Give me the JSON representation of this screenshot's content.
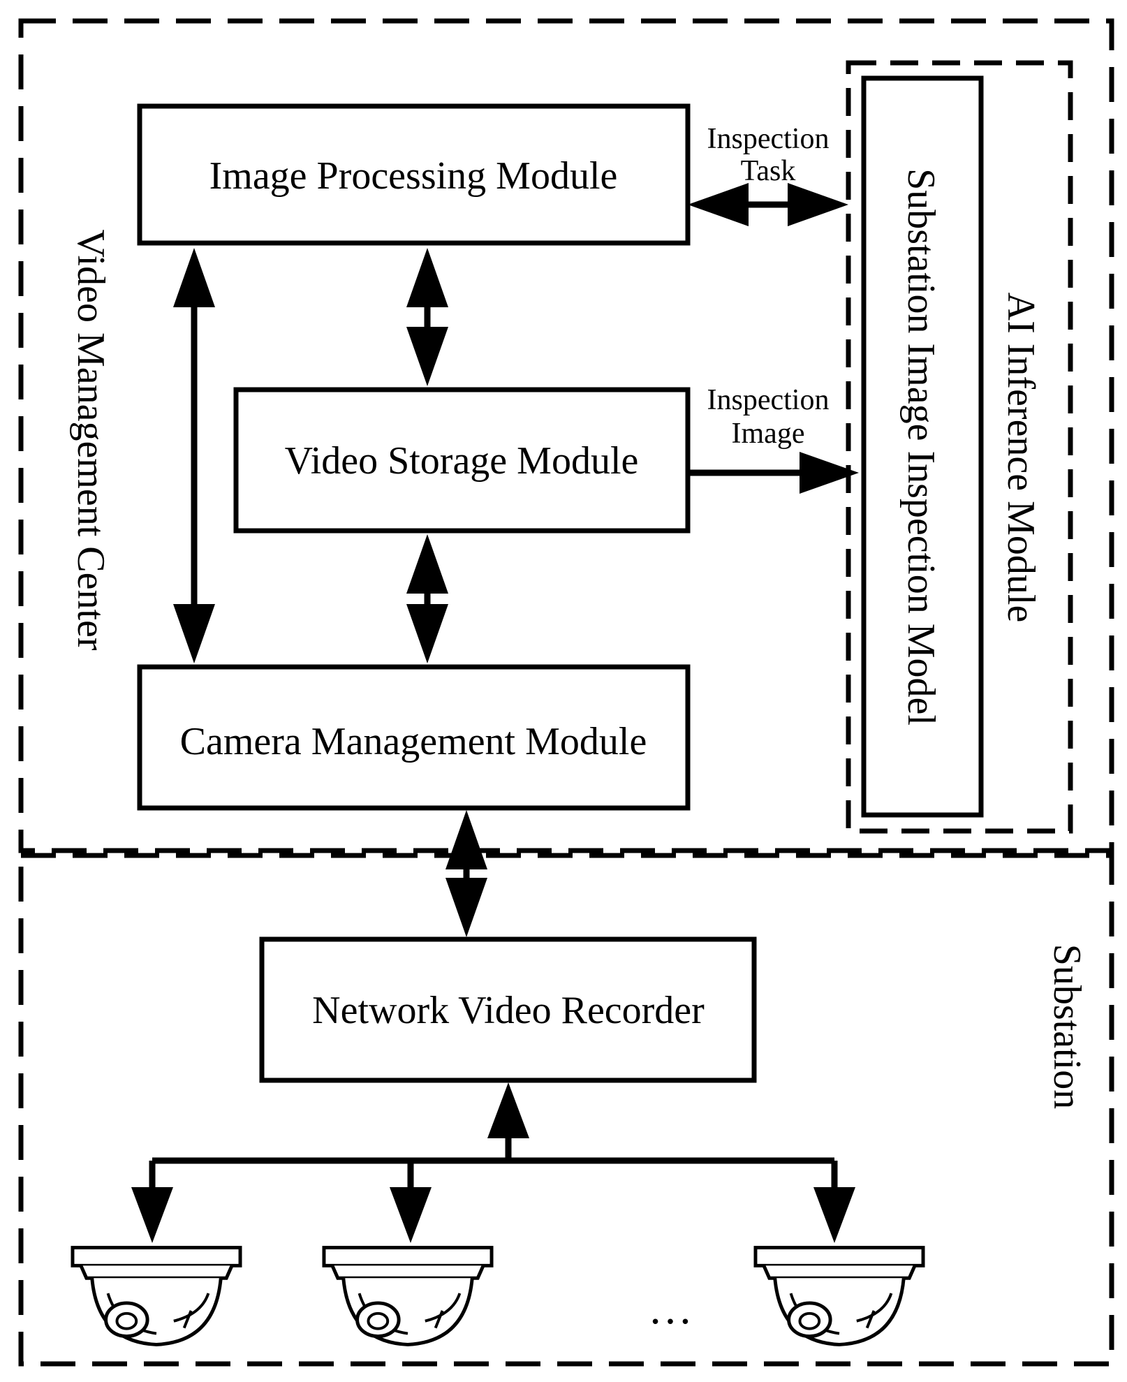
{
  "regions": {
    "video_management_center": "Video Management Center",
    "ai_inference_module": "AI Inference Module",
    "substation": "Substation"
  },
  "modules": {
    "image_processing": "Image Processing Module",
    "video_storage": "Video Storage Module",
    "camera_management": "Camera Management Module",
    "substation_model": "Substation Image Inspection Model",
    "nvr": "Network Video Recorder"
  },
  "edges": {
    "inspection_task_line1": "Inspection",
    "inspection_task_line2": "Task",
    "inspection_image_line1": "Inspection",
    "inspection_image_line2": "Image"
  },
  "ellipsis": "…",
  "icons": [
    "dome-camera-icon",
    "dome-camera-icon",
    "dome-camera-icon"
  ]
}
